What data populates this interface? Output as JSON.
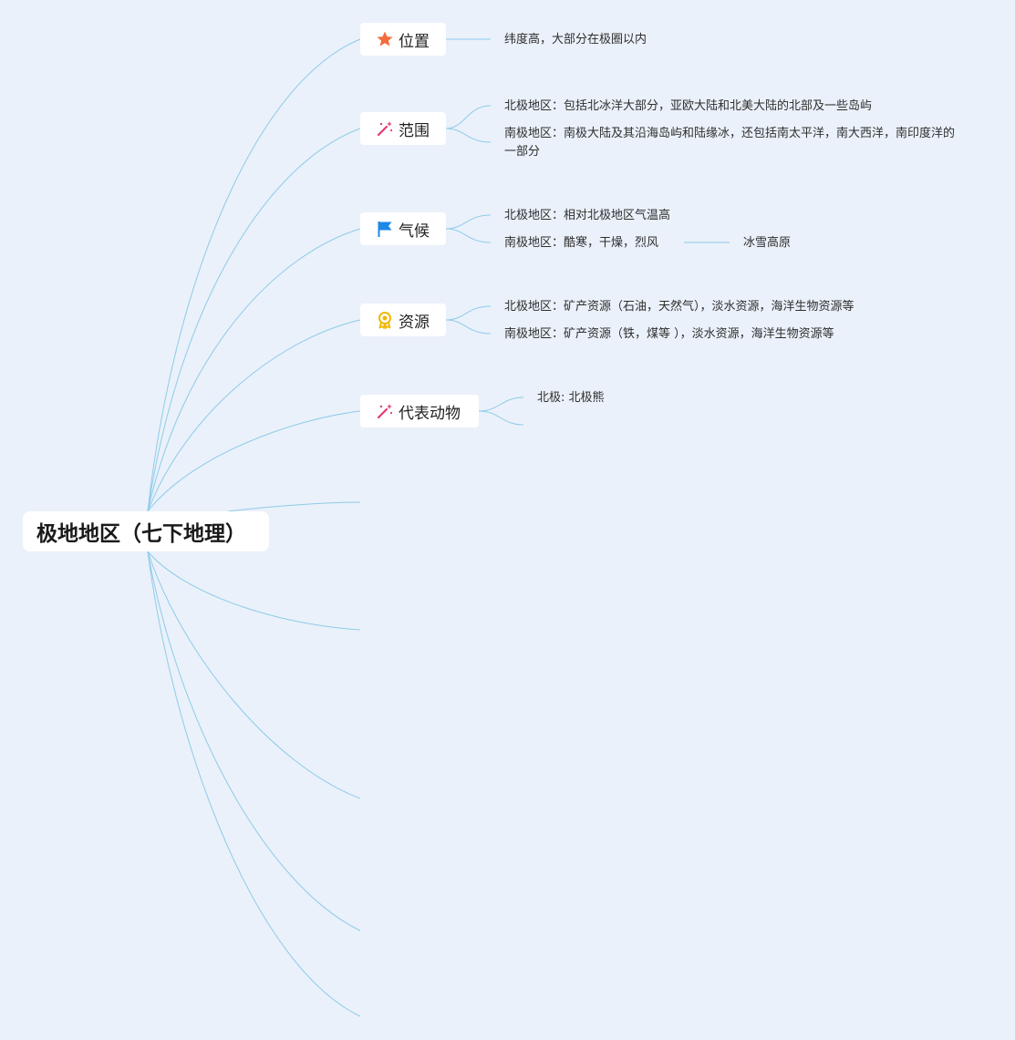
{
  "map": {
    "root": {
      "label": "极地地区（七下地理）"
    },
    "topics": [
      {
        "id": "location",
        "label": "位置",
        "icon": "star-icon",
        "children": [
          {
            "text": "纬度高，大部分在极圈以内"
          }
        ]
      },
      {
        "id": "scope",
        "label": "范围",
        "icon": "magic-wand-icon",
        "children": [
          {
            "text": "北极地区：包括北冰洋大部分，亚欧大陆和北美大陆的北部及一些岛屿"
          },
          {
            "text": "南极地区：南极大陆及其沿海岛屿和陆缘冰，还包括南太平洋，南大西洋，南印度洋的一部分"
          }
        ]
      },
      {
        "id": "climate",
        "label": "气候",
        "icon": "flag-icon",
        "children": [
          {
            "text": "北极地区：相对北极地区气温高"
          },
          {
            "text": "南极地区：酷寒，干燥，烈风",
            "child": "冰雪高原"
          }
        ]
      },
      {
        "id": "resources",
        "label": "资源",
        "icon": "award-medal-icon",
        "children": [
          {
            "text": "北极地区：矿产资源（石油，天然气），淡水资源，海洋生物资源等"
          },
          {
            "text": "南极地区：矿产资源（铁，煤等 ），淡水资源，海洋生物资源等"
          }
        ]
      },
      {
        "id": "animals",
        "label": "代表动物",
        "icon": "magic-wand-icon",
        "children": [
          {
            "text": "北极: 北极熊"
          },
          {
            "text": ""
          }
        ]
      }
    ]
  },
  "colors": {
    "background": "#eaf1fa",
    "connector": "#8fcbe9",
    "star": "#f26b3a",
    "flag": "#1e88e5",
    "wand": "#e53a6f",
    "medal": "#f2b705"
  }
}
